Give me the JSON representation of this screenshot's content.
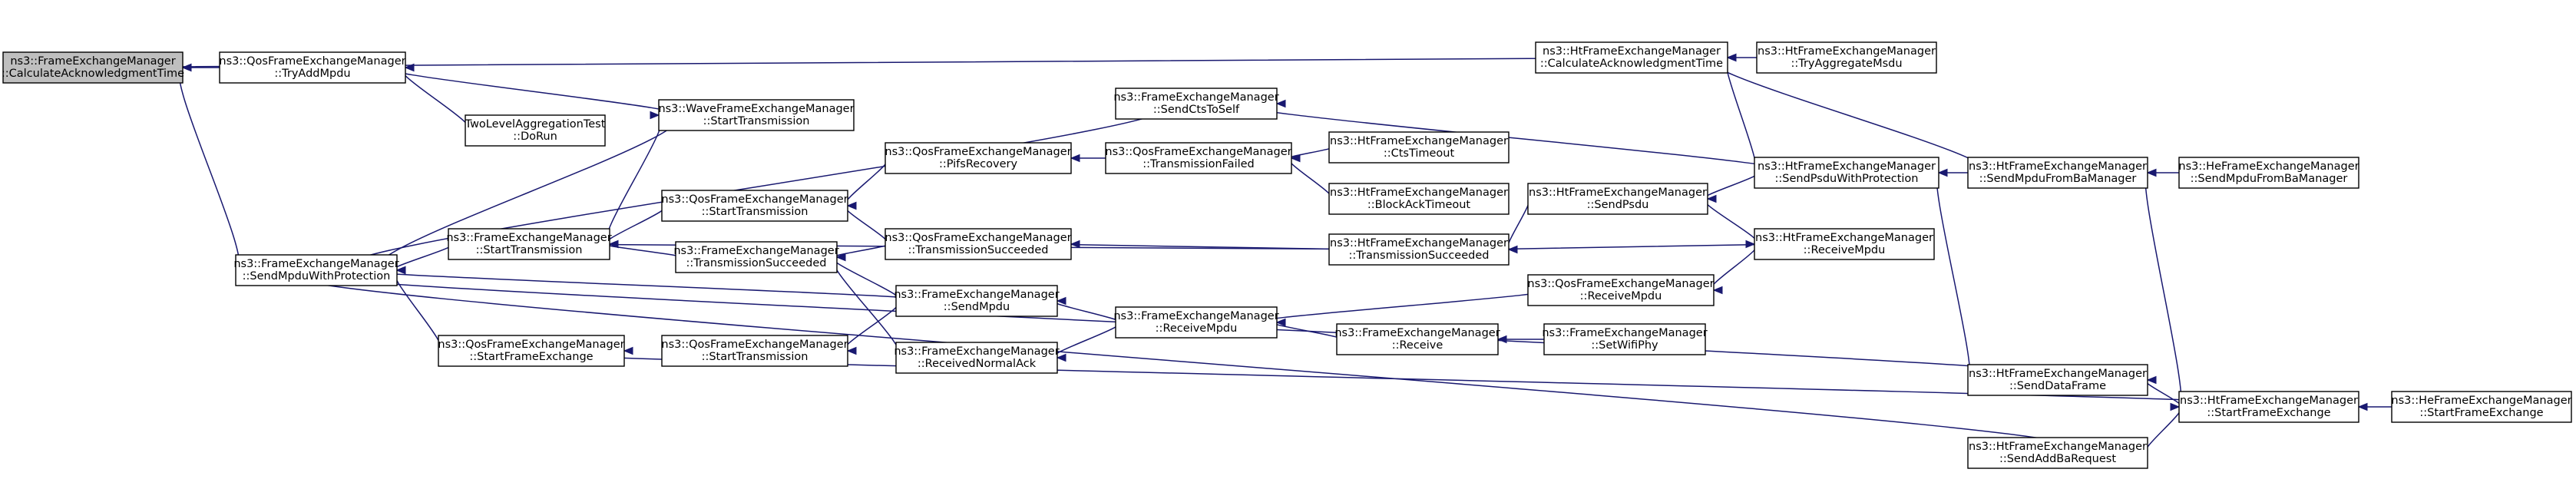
{
  "nodes": [
    {
      "id": "root",
      "lines": [
        "ns3::FrameExchangeManager",
        "::CalculateAcknowledgmentTime"
      ],
      "root": true
    },
    {
      "id": "qtam",
      "lines": [
        "ns3::QosFrameExchangeManager",
        "::TryAddMpdu"
      ]
    },
    {
      "id": "tla",
      "lines": [
        "TwoLevelAggregationTest",
        "::DoRun"
      ]
    },
    {
      "id": "wst",
      "lines": [
        "ns3::WaveFrameExchangeManager",
        "::StartTransmission"
      ]
    },
    {
      "id": "smwp",
      "lines": [
        "ns3::FrameExchangeManager",
        "::SendMpduWithProtection"
      ]
    },
    {
      "id": "fst",
      "lines": [
        "ns3::FrameExchangeManager",
        "::StartTransmission"
      ]
    },
    {
      "id": "qsfe",
      "lines": [
        "ns3::QosFrameExchangeManager",
        "::StartFrameExchange"
      ]
    },
    {
      "id": "qst",
      "lines": [
        "ns3::QosFrameExchangeManager",
        "::StartTransmission"
      ]
    },
    {
      "id": "fts",
      "lines": [
        "ns3::FrameExchangeManager",
        "::TransmissionSucceeded"
      ]
    },
    {
      "id": "qst2",
      "lines": [
        "ns3::QosFrameExchangeManager",
        "::StartTransmission"
      ]
    },
    {
      "id": "qpr",
      "lines": [
        "ns3::QosFrameExchangeManager",
        "::PifsRecovery"
      ]
    },
    {
      "id": "qts",
      "lines": [
        "ns3::QosFrameExchangeManager",
        "::TransmissionSucceeded"
      ]
    },
    {
      "id": "fsm",
      "lines": [
        "ns3::FrameExchangeManager",
        "::SendMpdu"
      ]
    },
    {
      "id": "frna",
      "lines": [
        "ns3::FrameExchangeManager",
        "::ReceivedNormalAck"
      ]
    },
    {
      "id": "fscts",
      "lines": [
        "ns3::FrameExchangeManager",
        "::SendCtsToSelf"
      ]
    },
    {
      "id": "qtf",
      "lines": [
        "ns3::QosFrameExchangeManager",
        "::TransmissionFailed"
      ]
    },
    {
      "id": "frm",
      "lines": [
        "ns3::FrameExchangeManager",
        "::ReceiveMpdu"
      ]
    },
    {
      "id": "hcto",
      "lines": [
        "ns3::HtFrameExchangeManager",
        "::CtsTimeout"
      ]
    },
    {
      "id": "hbat",
      "lines": [
        "ns3::HtFrameExchangeManager",
        "::BlockAckTimeout"
      ]
    },
    {
      "id": "hts",
      "lines": [
        "ns3::HtFrameExchangeManager",
        "::TransmissionSucceeded"
      ]
    },
    {
      "id": "fr",
      "lines": [
        "ns3::FrameExchangeManager",
        "::Receive"
      ]
    },
    {
      "id": "hcat",
      "lines": [
        "ns3::HtFrameExchangeManager",
        "::CalculateAcknowledgmentTime"
      ]
    },
    {
      "id": "hsp",
      "lines": [
        "ns3::HtFrameExchangeManager",
        "::SendPsdu"
      ]
    },
    {
      "id": "qrm",
      "lines": [
        "ns3::QosFrameExchangeManager",
        "::ReceiveMpdu"
      ]
    },
    {
      "id": "fswp",
      "lines": [
        "ns3::FrameExchangeManager",
        "::SetWifiPhy"
      ]
    },
    {
      "id": "htam",
      "lines": [
        "ns3::HtFrameExchangeManager",
        "::TryAggregateMsdu"
      ]
    },
    {
      "id": "hspwp",
      "lines": [
        "ns3::HtFrameExchangeManager",
        "::SendPsduWithProtection"
      ]
    },
    {
      "id": "hrm",
      "lines": [
        "ns3::HtFrameExchangeManager",
        "::ReceiveMpdu"
      ]
    },
    {
      "id": "hsdf",
      "lines": [
        "ns3::HtFrameExchangeManager",
        "::SendDataFrame"
      ]
    },
    {
      "id": "hsabr",
      "lines": [
        "ns3::HtFrameExchangeManager",
        "::SendAddBaRequest"
      ]
    },
    {
      "id": "hsmba",
      "lines": [
        "ns3::HtFrameExchangeManager",
        "::SendMpduFromBaManager"
      ]
    },
    {
      "id": "hsfe",
      "lines": [
        "ns3::HtFrameExchangeManager",
        "::StartFrameExchange"
      ]
    },
    {
      "id": "hesmba",
      "lines": [
        "ns3::HeFrameExchangeManager",
        "::SendMpduFromBaManager"
      ]
    },
    {
      "id": "hesfe",
      "lines": [
        "ns3::HeFrameExchangeManager",
        "::StartFrameExchange"
      ]
    }
  ],
  "edges": [
    [
      "qtam",
      "root"
    ],
    [
      "smwp",
      "root"
    ],
    [
      "hcat",
      "root"
    ],
    [
      "tla",
      "qtam"
    ],
    [
      "wst",
      "qtam"
    ],
    [
      "wst",
      "smwp"
    ],
    [
      "fst",
      "smwp"
    ],
    [
      "qsfe",
      "smwp"
    ],
    [
      "fsm",
      "smwp"
    ],
    [
      "fscts",
      "smwp"
    ],
    [
      "hsdf",
      "smwp"
    ],
    [
      "hsabr",
      "smwp"
    ],
    [
      "qst",
      "fst"
    ],
    [
      "fts",
      "fst"
    ],
    [
      "hts",
      "fst"
    ],
    [
      "fst",
      "wst"
    ],
    [
      "qpr",
      "qst"
    ],
    [
      "qts",
      "qst"
    ],
    [
      "qts",
      "fts"
    ],
    [
      "fsm",
      "fts"
    ],
    [
      "frna",
      "fts"
    ],
    [
      "fsm",
      "qst2"
    ],
    [
      "qtf",
      "qpr"
    ],
    [
      "hspwp",
      "fscts"
    ],
    [
      "frm",
      "fsm"
    ],
    [
      "hts",
      "qts"
    ],
    [
      "frm",
      "frna"
    ],
    [
      "hcto",
      "qtf"
    ],
    [
      "hbat",
      "qtf"
    ],
    [
      "qrm",
      "frm"
    ],
    [
      "fr",
      "frm"
    ],
    [
      "hsp",
      "hts"
    ],
    [
      "hrm",
      "hts"
    ],
    [
      "fswp",
      "fr"
    ],
    [
      "hrm",
      "qrm"
    ],
    [
      "htam",
      "hcat"
    ],
    [
      "hspwp",
      "hcat"
    ],
    [
      "hsmba",
      "hcat"
    ],
    [
      "hspwp",
      "hsp"
    ],
    [
      "hsp",
      "hrm"
    ],
    [
      "hsmba",
      "hspwp"
    ],
    [
      "hsdf",
      "hspwp"
    ],
    [
      "hsfe",
      "hsdf"
    ],
    [
      "hsfe",
      "hsmba"
    ],
    [
      "hsabr",
      "hsfe"
    ],
    [
      "hesmba",
      "hsmba"
    ],
    [
      "hesfe",
      "hsfe"
    ],
    [
      "hsfe",
      "qsfe"
    ]
  ]
}
